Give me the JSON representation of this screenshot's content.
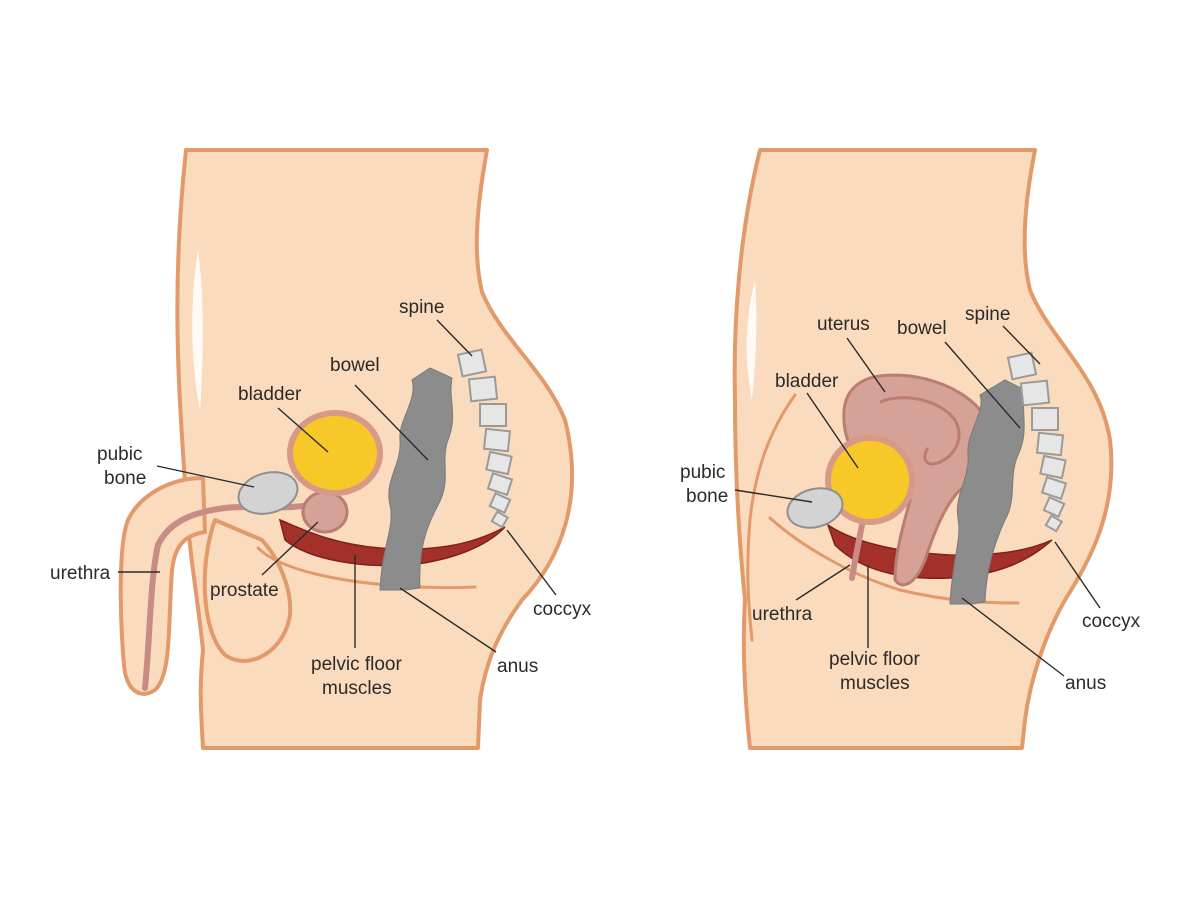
{
  "male": {
    "labels": {
      "spine": "spine",
      "bowel": "bowel",
      "bladder": "bladder",
      "pubic_bone_line1": "pubic",
      "pubic_bone_line2": "bone",
      "urethra": "urethra",
      "prostate": "prostate",
      "pelvic_floor_line1": "pelvic floor",
      "pelvic_floor_line2": "muscles",
      "anus": "anus",
      "coccyx": "coccyx"
    }
  },
  "female": {
    "labels": {
      "uterus": "uterus",
      "bowel": "bowel",
      "spine": "spine",
      "bladder": "bladder",
      "pubic_bone_line1": "pubic",
      "pubic_bone_line2": "bone",
      "urethra": "urethra",
      "pelvic_floor_line1": "pelvic floor",
      "pelvic_floor_line2": "muscles",
      "anus": "anus",
      "coccyx": "coccyx"
    }
  },
  "colors": {
    "skin": "#fadbbd",
    "skin_outline": "#e29a6a",
    "bladder": "#f7c928",
    "bone": "#d3d3d3",
    "bowel": "#8c8c8c",
    "pelvic_floor_muscle": "#a4302a",
    "organ": "#d6a196"
  }
}
